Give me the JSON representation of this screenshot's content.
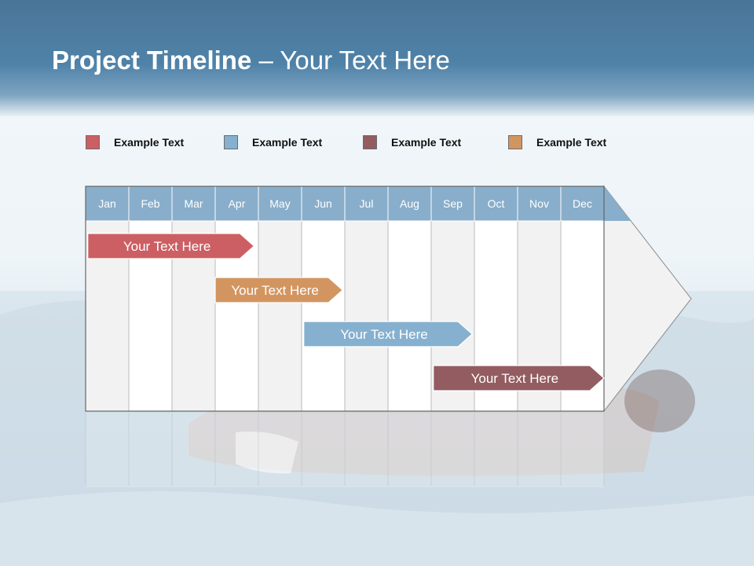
{
  "slide": {
    "title_bold": "Project Timeline",
    "title_rest": " – Your Text Here"
  },
  "legend": [
    {
      "label": "Example Text",
      "color": "#cc5f63"
    },
    {
      "label": "Example Text",
      "color": "#86b0cf"
    },
    {
      "label": "Example Text",
      "color": "#935c60"
    },
    {
      "label": "Example Text",
      "color": "#d39560"
    }
  ],
  "timeline": {
    "months": [
      "Jan",
      "Feb",
      "Mar",
      "Apr",
      "May",
      "Jun",
      "Jul",
      "Aug",
      "Sep",
      "Oct",
      "Nov",
      "Dec"
    ],
    "header_color": "#88aecb",
    "tasks": [
      {
        "label": "Your  Text Here",
        "start_month": 0.05,
        "end_month": 3.9,
        "color": "#cc5f63"
      },
      {
        "label": "Your  Text Here",
        "start_month": 3.0,
        "end_month": 5.95,
        "color": "#d39560"
      },
      {
        "label": "Your  Text Here",
        "start_month": 5.05,
        "end_month": 8.95,
        "color": "#86b0cf"
      },
      {
        "label": "Your  Text Here",
        "start_month": 8.05,
        "end_month": 12.0,
        "color": "#935c60"
      }
    ]
  }
}
